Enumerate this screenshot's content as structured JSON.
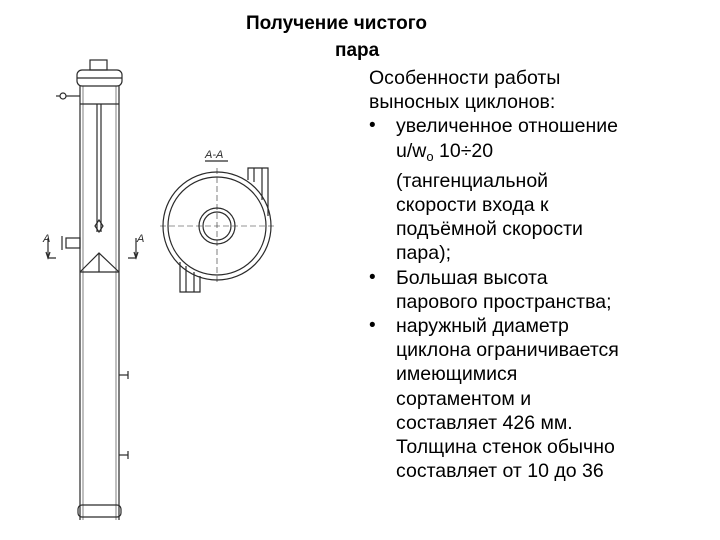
{
  "slide": {
    "title_line1": "Получение чистого",
    "title_line2": "пара",
    "intro_line1": "Особенности работы",
    "intro_line2": "выносных циклонов:",
    "bullet1": {
      "line1": "увеличенное отношение",
      "ratio_u": "u/w",
      "ratio_sub": "о",
      "ratio_range": " 10÷20",
      "line3": "(тангенциальной",
      "line4": "скорости входа к",
      "line5": "подъёмной скорости",
      "line6": "пара);"
    },
    "bullet2": {
      "line1": "Большая высота",
      "line2": "парового пространства;"
    },
    "bullet3": {
      "line1": "наружный диаметр",
      "line2": "циклона ограничивается",
      "line3": "имеющимися",
      "line4": "сортаментом и",
      "line5": "составляет 426 мм.",
      "line6": "Толщина стенок обычно",
      "line7": "составляет от 10 до 36"
    }
  },
  "drawing": {
    "section_label": "А-А",
    "cut_label_left": "А",
    "cut_label_right": "А"
  }
}
